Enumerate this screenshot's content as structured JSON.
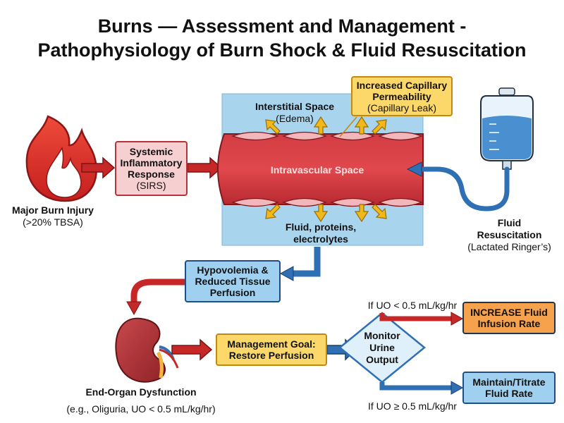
{
  "title": {
    "line1": "Burns — Assessment and Management -",
    "line2": "Pathophysiology of Burn Shock & Fluid Resuscitation"
  },
  "burn": {
    "name": "Major Burn Injury",
    "detail": "(>20% TBSA)"
  },
  "sirs": {
    "line1": "Systemic",
    "line2": "Inflammatory",
    "line3": "Response",
    "detail": "(SIRS)"
  },
  "vessel": {
    "interstitial": "Interstitial Space",
    "edema": "(Edema)",
    "intravascular": "Intravascular Space",
    "fluid_line1": "Fluid, proteins,",
    "fluid_line2": "electrolytes"
  },
  "capillary": {
    "line1": "Increased Capillary",
    "line2": "Permeability",
    "detail": "(Capillary Leak)"
  },
  "resuscitation": {
    "line1": "Fluid",
    "line2": "Resuscitation",
    "detail": "(Lactated Ringer’s)"
  },
  "hypovolemia": {
    "line1": "Hypovolemia &",
    "line2": "Reduced Tissue",
    "line3": "Perfusion"
  },
  "organ": {
    "name": "End-Organ Dysfunction",
    "detail": "(e.g., Oliguria, UO < 0.5 mL/kg/hr)"
  },
  "goal": {
    "line1": "Management Goal:",
    "line2": "Restore Perfusion"
  },
  "monitor": {
    "line1": "Monitor",
    "line2": "Urine",
    "line3": "Output"
  },
  "conditions": {
    "low": "If UO < 0.5 mL/kg/hr",
    "high": "If UO ≥ 0.5 mL/kg/hr"
  },
  "increase": {
    "line1": "INCREASE Fluid",
    "line2": "Infusion Rate"
  },
  "maintain": {
    "line1": "Maintain/Titrate",
    "line2": "Fluid Rate"
  },
  "colors": {
    "red_arrow": "#c62828",
    "blue_arrow": "#2f6fb3",
    "vessel": "#c8323a",
    "interstitial_bg": "#a9d4ee",
    "yellow_arrow": "#f0b818"
  }
}
